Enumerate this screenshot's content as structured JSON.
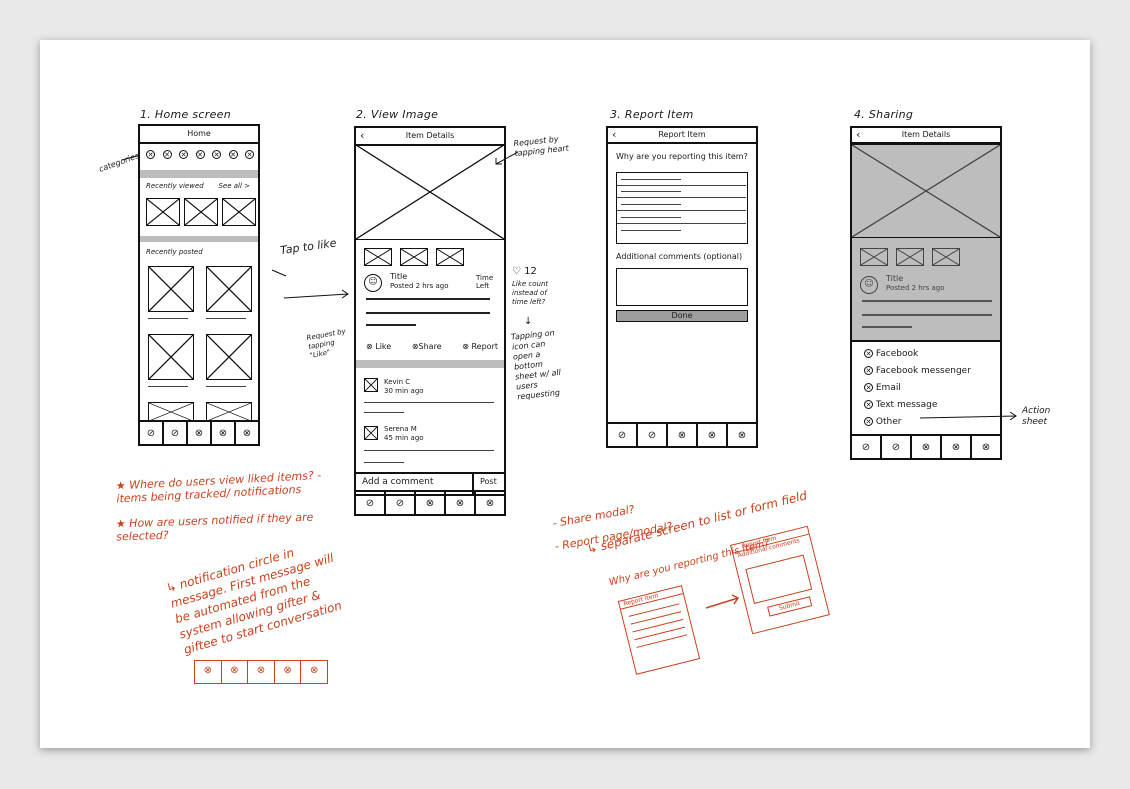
{
  "screens": {
    "home": {
      "caption": "1. Home screen",
      "title": "Home",
      "annotation_categories": "categories",
      "section1_title": "Recently viewed",
      "section1_more": "See all >",
      "section2_title": "Recently posted",
      "annotation_tap": "Tap to like"
    },
    "view": {
      "caption": "2. View Image",
      "header": "Item Details",
      "annotation_heart": "Request by tapping heart",
      "item_title": "Title",
      "item_posted": "Posted 2 hrs ago",
      "time_left": "Time Left",
      "heart_count": "12",
      "note_like_count": "Like count instead of time left?",
      "note_tapping": "Tapping on icon can open a bottom sheet w/ all users requesting",
      "request_note": "Request by tapping \"Like\"",
      "action_like": "Like",
      "action_share": "Share",
      "action_report": "Report",
      "comment1_name": "Kevin C",
      "comment1_time": "30 min ago",
      "comment2_name": "Serena M",
      "comment2_time": "45 min ago",
      "add_comment": "Add a comment",
      "post": "Post"
    },
    "report": {
      "caption": "3. Report Item",
      "header": "Report Item",
      "question": "Why are you reporting this item?",
      "comments_label": "Additional comments (optional)",
      "done": "Done"
    },
    "sharing": {
      "caption": "4. Sharing",
      "header": "Item Details",
      "item_title": "Title",
      "item_posted": "Posted 2 hrs ago",
      "options": [
        "Facebook",
        "Facebook messenger",
        "Email",
        "Text message",
        "Other"
      ],
      "action_sheet_note": "Action sheet"
    }
  },
  "notes_left": {
    "line1": "Where do users view liked items? - items being tracked/ notifications",
    "line2": "How are users notified if they are selected?",
    "line3": "notification circle in message. First message will be automated from the system allowing gifter & giftee to start conversation"
  },
  "notes_right": {
    "line1": "- Share modal?",
    "line2": "- Report page/modal?",
    "line3": "separate screen to list or form field",
    "line4": "Why are you reporting this item?",
    "mini1_header": "Report Item",
    "mini2_header": "Report Item",
    "mini2_label": "Additional comments",
    "mini2_button": "Submit"
  },
  "colors": {
    "ink": "#111111",
    "annotation": "#c9421d",
    "gray_fill": "#bdbdbd"
  }
}
